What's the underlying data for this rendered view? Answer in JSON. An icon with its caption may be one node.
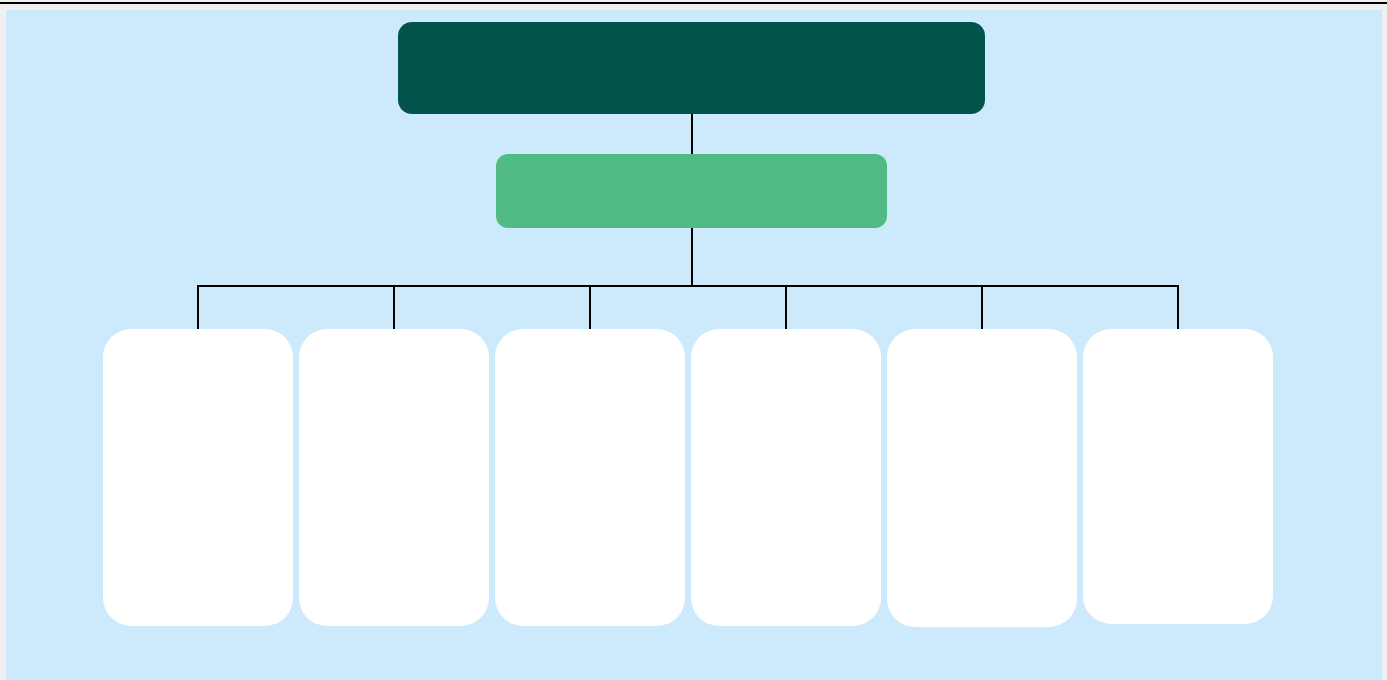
{
  "diagram": {
    "nodes": [
      {
        "text": [],
        "shape": "box"
      },
      {
        "text": [],
        "shape": "box"
      },
      {
        "text": [],
        "shape": "box"
      },
      {
        "text": [],
        "shape": "box"
      },
      {
        "text": [],
        "shape": "box"
      },
      {
        "text": [],
        "shape": "box"
      },
      {
        "text": [],
        "shape": "box"
      },
      {
        "text": [],
        "shape": "box"
      }
    ],
    "edges": [
      {
        "from": 0,
        "to": 1,
        "arrow": "none"
      },
      {
        "from": 1,
        "to": 2,
        "arrow": "none"
      },
      {
        "from": 1,
        "to": 3,
        "arrow": "none"
      },
      {
        "from": 1,
        "to": 4,
        "arrow": "none"
      },
      {
        "from": 1,
        "to": 5,
        "arrow": "none"
      },
      {
        "from": 1,
        "to": 6,
        "arrow": "none"
      },
      {
        "from": 1,
        "to": 7,
        "arrow": "none"
      }
    ]
  }
}
